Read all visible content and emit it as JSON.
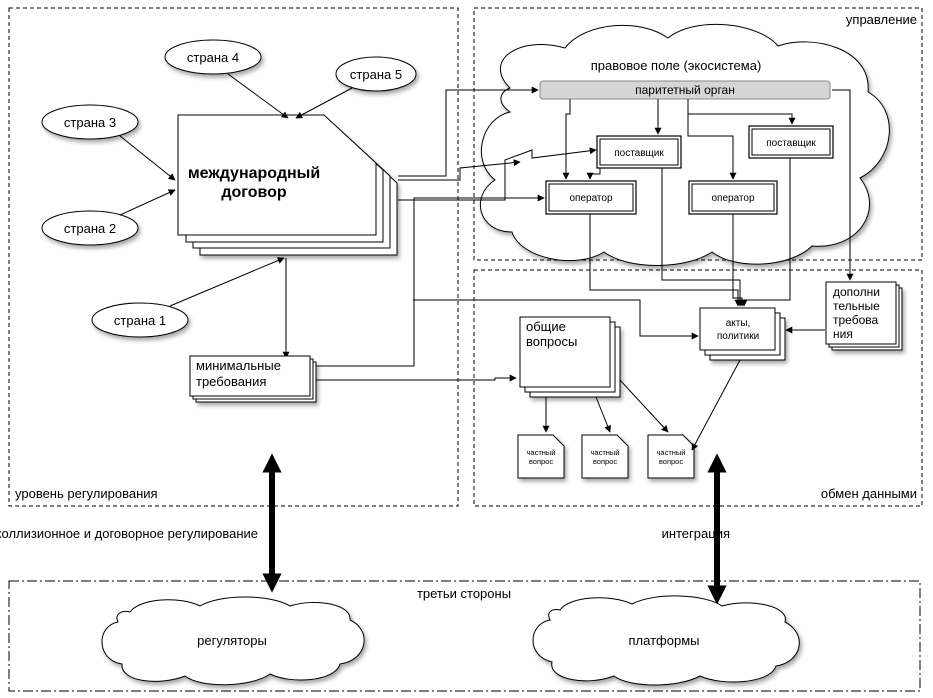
{
  "regions": {
    "regulation": "уровень регулирования",
    "management": "управление",
    "exchange": "обмен данными",
    "third": "третьи стороны"
  },
  "countries": [
    "страна 1",
    "страна 2",
    "страна 3",
    "страна 4",
    "страна 5"
  ],
  "treaty": {
    "line1": "международный",
    "line2": "договор"
  },
  "minreq": {
    "line1": "минимальные",
    "line2": "требования"
  },
  "legal": {
    "field": "правовое поле (экосистема)",
    "authority": "паритетный орган",
    "supplier": "поставщик",
    "operator": "оператор"
  },
  "exchange": {
    "general": {
      "line1": "общие",
      "line2": "вопросы"
    },
    "acts": {
      "line1": "акты,",
      "line2": "политики"
    },
    "additional": [
      "дополни",
      "тельные",
      "требова",
      "ния"
    ],
    "particular": {
      "line1": "частный",
      "line2": "вопрос"
    }
  },
  "links": {
    "collision": "коллизионное и договорное регулирование",
    "integration": "интеграция"
  },
  "third": {
    "regulators": "регуляторы",
    "platforms": "платформы"
  }
}
